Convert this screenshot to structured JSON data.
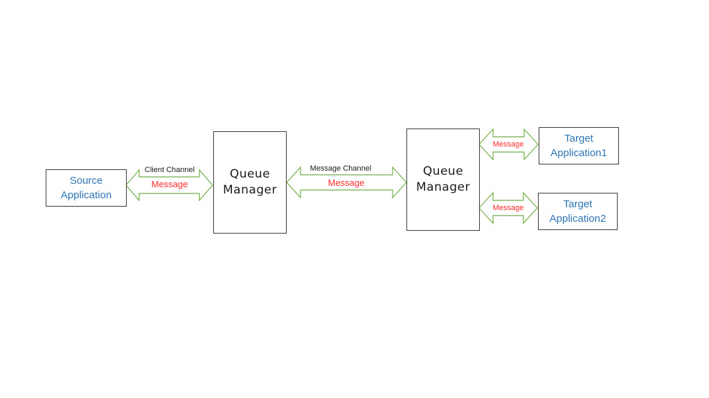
{
  "source_app": {
    "line1": "Source",
    "line2": "Application"
  },
  "queue_manager_1": {
    "line1": "Queue",
    "line2": "Manager"
  },
  "queue_manager_2": {
    "line1": "Queue",
    "line2": "Manager"
  },
  "target_app_1": {
    "line1": "Target",
    "line2": "Application1"
  },
  "target_app_2": {
    "line1": "Target",
    "line2": "Application2"
  },
  "client_link": {
    "channel": "Client Channel",
    "message": "Message"
  },
  "message_link": {
    "channel": "Message Channel",
    "message": "Message"
  },
  "target_link_1": {
    "message": "Message"
  },
  "target_link_2": {
    "message": "Message"
  },
  "colors": {
    "app_text": "#2e75b6",
    "message_text": "#ff2a2a",
    "arrow_outline": "#70ad47",
    "box_border": "#3a3a3a"
  }
}
